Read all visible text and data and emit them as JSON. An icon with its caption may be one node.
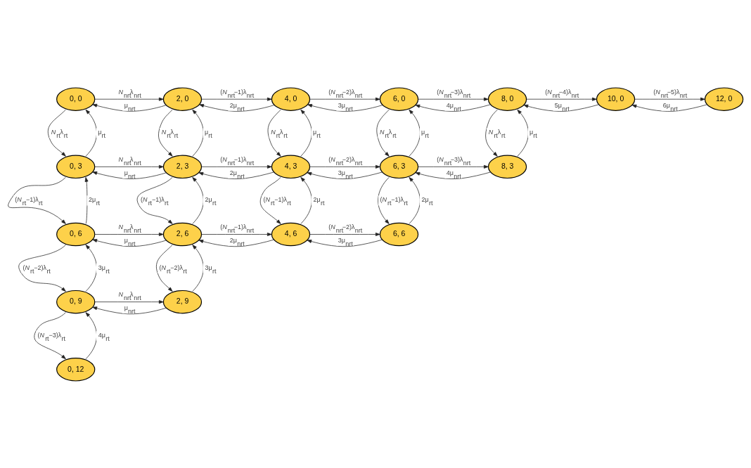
{
  "diagram": {
    "nodes": [
      {
        "text": [
          "0, 0"
        ]
      },
      {
        "text": [
          "2, 0"
        ]
      },
      {
        "text": [
          "4, 0"
        ]
      },
      {
        "text": [
          "6, 0"
        ]
      },
      {
        "text": [
          "8, 0"
        ]
      },
      {
        "text": [
          "10, 0"
        ]
      },
      {
        "text": [
          "12, 0"
        ]
      },
      {
        "text": [
          "0, 3"
        ]
      },
      {
        "text": [
          "2, 3"
        ]
      },
      {
        "text": [
          "4, 3"
        ]
      },
      {
        "text": [
          "6, 3"
        ]
      },
      {
        "text": [
          "8, 3"
        ]
      },
      {
        "text": [
          "0, 6"
        ]
      },
      {
        "text": [
          "2, 6"
        ]
      },
      {
        "text": [
          "4, 6"
        ]
      },
      {
        "text": [
          "6, 6"
        ]
      },
      {
        "text": [
          "0, 9"
        ]
      },
      {
        "text": [
          "2, 9"
        ]
      },
      {
        "text": [
          "0, 12"
        ]
      }
    ],
    "edges": [
      {
        "from": 0,
        "to": 1,
        "arrow": "to",
        "label": "*N*$_{nrt}$λ$_{nrt}$"
      },
      {
        "from": 1,
        "to": 0,
        "arrow": "to",
        "label": "μ$_{nrt}$"
      },
      {
        "from": 1,
        "to": 2,
        "arrow": "to",
        "label": "(*N*$_{nrt}$−1)λ$_{nrt}$"
      },
      {
        "from": 2,
        "to": 1,
        "arrow": "to",
        "label": "2μ$_{nrt}$"
      },
      {
        "from": 2,
        "to": 3,
        "arrow": "to",
        "label": "(*N*$_{nrt}$−2)λ$_{nrt}$"
      },
      {
        "from": 3,
        "to": 2,
        "arrow": "to",
        "label": "3μ$_{nrt}$"
      },
      {
        "from": 3,
        "to": 4,
        "arrow": "to",
        "label": "(*N*$_{nrt}$−3)λ$_{nrt}$"
      },
      {
        "from": 4,
        "to": 3,
        "arrow": "to",
        "label": "4μ$_{nrt}$"
      },
      {
        "from": 4,
        "to": 5,
        "arrow": "to",
        "label": "(*N*$_{nrt}$−4)λ$_{nrt}$"
      },
      {
        "from": 5,
        "to": 4,
        "arrow": "to",
        "label": "5μ$_{nrt}$"
      },
      {
        "from": 5,
        "to": 6,
        "arrow": "to",
        "label": "(*N*$_{nrt}$−5)λ$_{nrt}$"
      },
      {
        "from": 6,
        "to": 5,
        "arrow": "to",
        "label": "6μ$_{nrt}$"
      },
      {
        "from": 0,
        "to": 7,
        "arrow": "to",
        "label": "*N*$_{rt}$λ$_{rt}$"
      },
      {
        "from": 7,
        "to": 0,
        "arrow": "to",
        "label": "μ$_{rt}$"
      },
      {
        "from": 1,
        "to": 8,
        "arrow": "to",
        "label": "*N*$_{rt}$λ$_{rt}$"
      },
      {
        "from": 8,
        "to": 1,
        "arrow": "to",
        "label": "μ$_{rt}$"
      },
      {
        "from": 2,
        "to": 9,
        "arrow": "to",
        "label": "*N*$_{rt}$λ$_{rt}$"
      },
      {
        "from": 9,
        "to": 2,
        "arrow": "to",
        "label": "μ$_{rt}$"
      },
      {
        "from": 3,
        "to": 10,
        "arrow": "to",
        "label": "*N*$_{rt}$λ$_{rt}$"
      },
      {
        "from": 10,
        "to": 3,
        "arrow": "to",
        "label": "μ$_{rt}$"
      },
      {
        "from": 4,
        "to": 11,
        "arrow": "to",
        "label": "*N*$_{rt}$λ$_{rt}$"
      },
      {
        "from": 11,
        "to": 4,
        "arrow": "to",
        "label": "μ$_{rt}$"
      },
      {
        "from": 7,
        "to": 8,
        "arrow": "to",
        "label": "*N*$_{nrt}$λ$_{nrt}$"
      },
      {
        "from": 8,
        "to": 7,
        "arrow": "to",
        "label": "μ$_{nrt}$"
      },
      {
        "from": 8,
        "to": 9,
        "arrow": "to",
        "label": "(*N*$_{nrt}$−1)λ$_{nrt}$"
      },
      {
        "from": 9,
        "to": 8,
        "arrow": "to",
        "label": "2μ$_{nrt}$"
      },
      {
        "from": 9,
        "to": 10,
        "arrow": "to",
        "label": "(*N*$_{nrt}$−2)λ$_{nrt}$"
      },
      {
        "from": 10,
        "to": 9,
        "arrow": "to",
        "label": "3μ$_{nrt}$"
      },
      {
        "from": 10,
        "to": 11,
        "arrow": "to",
        "label": "(*N*$_{nrt}$−3)λ$_{nrt}$"
      },
      {
        "from": 11,
        "to": 10,
        "arrow": "to",
        "label": "4μ$_{nrt}$"
      },
      {
        "from": 7,
        "to": 12,
        "arrow": "to",
        "label": "(*N*$_{rt}$−1)λ$_{rt}$"
      },
      {
        "from": 12,
        "to": 7,
        "arrow": "to",
        "label": "2μ$_{rt}$"
      },
      {
        "from": 8,
        "to": 13,
        "arrow": "to",
        "label": "(*N*$_{rt}$−1)λ$_{rt}$"
      },
      {
        "from": 13,
        "to": 8,
        "arrow": "to",
        "label": "2μ$_{rt}$"
      },
      {
        "from": 9,
        "to": 14,
        "arrow": "to",
        "label": "(*N*$_{rt}$−1)λ$_{rt}$"
      },
      {
        "from": 14,
        "to": 9,
        "arrow": "to",
        "label": "2μ$_{rt}$"
      },
      {
        "from": 10,
        "to": 15,
        "arrow": "to",
        "label": "(*N*$_{rt}$−1)λ$_{rt}$"
      },
      {
        "from": 15,
        "to": 10,
        "arrow": "to",
        "label": "2μ$_{rt}$"
      },
      {
        "from": 12,
        "to": 13,
        "arrow": "to",
        "label": "*N*$_{nrt}$λ$_{nrt}$"
      },
      {
        "from": 13,
        "to": 12,
        "arrow": "to",
        "label": "μ$_{nrt}$"
      },
      {
        "from": 13,
        "to": 14,
        "arrow": "to",
        "label": "(*N*$_{nrt}$−1)λ$_{nrt}$"
      },
      {
        "from": 14,
        "to": 13,
        "arrow": "to",
        "label": "2μ$_{nrt}$"
      },
      {
        "from": 14,
        "to": 15,
        "arrow": "to",
        "label": "(*N*$_{nrt}$−2)λ$_{nrt}$"
      },
      {
        "from": 15,
        "to": 14,
        "arrow": "to",
        "label": "3μ$_{nrt}$"
      },
      {
        "from": 12,
        "to": 16,
        "arrow": "to",
        "label": "(*N*$_{rt}$−2)λ$_{rt}$"
      },
      {
        "from": 16,
        "to": 12,
        "arrow": "to",
        "label": "3μ$_{rt}$"
      },
      {
        "from": 13,
        "to": 17,
        "arrow": "to",
        "label": "(*N*$_{rt}$−2)λ$_{rt}$"
      },
      {
        "from": 17,
        "to": 13,
        "arrow": "to",
        "label": "3μ$_{rt}$"
      },
      {
        "from": 16,
        "to": 17,
        "arrow": "to",
        "label": "*N*$_{nrt}$λ$_{nrt}$"
      },
      {
        "from": 17,
        "to": 16,
        "arrow": "to",
        "label": "μ$_{nrt}$"
      },
      {
        "from": 16,
        "to": 18,
        "arrow": "to",
        "label": "(*N*$_{rt}$−3)λ$_{rt}$"
      },
      {
        "from": 18,
        "to": 16,
        "arrow": "to",
        "label": "4μ$_{rt}$"
      }
    ]
  }
}
